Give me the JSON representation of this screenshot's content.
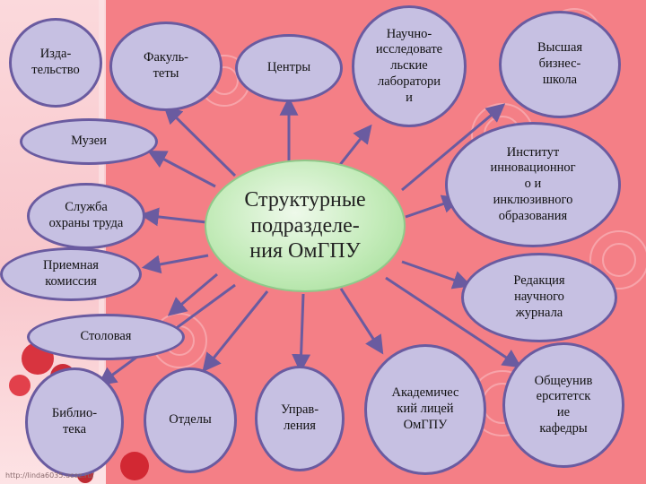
{
  "center": {
    "label": "Структурные\nподразделе-\nния ОмГПУ"
  },
  "nodes": {
    "publishing": "Изда-\nтельство",
    "faculties": "Факуль-\nтеты",
    "centers": "Центры",
    "labs": "Научно-\nисследовате\nльские\nлаборатори\nи",
    "business_school": "Высшая\nбизнес-\nшкола",
    "museums": "Музеи",
    "labor_safety": "Служба\nохраны труда",
    "admissions": "Приемная\nкомиссия",
    "institute": "Институт\nинновационног\nо и\nинклюзивного\nобразования",
    "journal": "Редакция\nнаучного\nжурнала",
    "canteen": "Столовая",
    "library": "Библио-\nтека",
    "departments": "Отделы",
    "administrations": "Управ-\nления",
    "lyceum": "Академичес\nкий лицей\nОмГПУ",
    "chairs": "Общеунив\nерситетск\nие\nкафедры"
  },
  "watermark": "http://linda6035.ucoz.ru/",
  "colors": {
    "background": "#f47f86",
    "node_fill": "#c6c0e2",
    "node_border": "#6a5ba0",
    "center_fill": "#c3ebb9",
    "arrow": "#6a5ba0"
  }
}
